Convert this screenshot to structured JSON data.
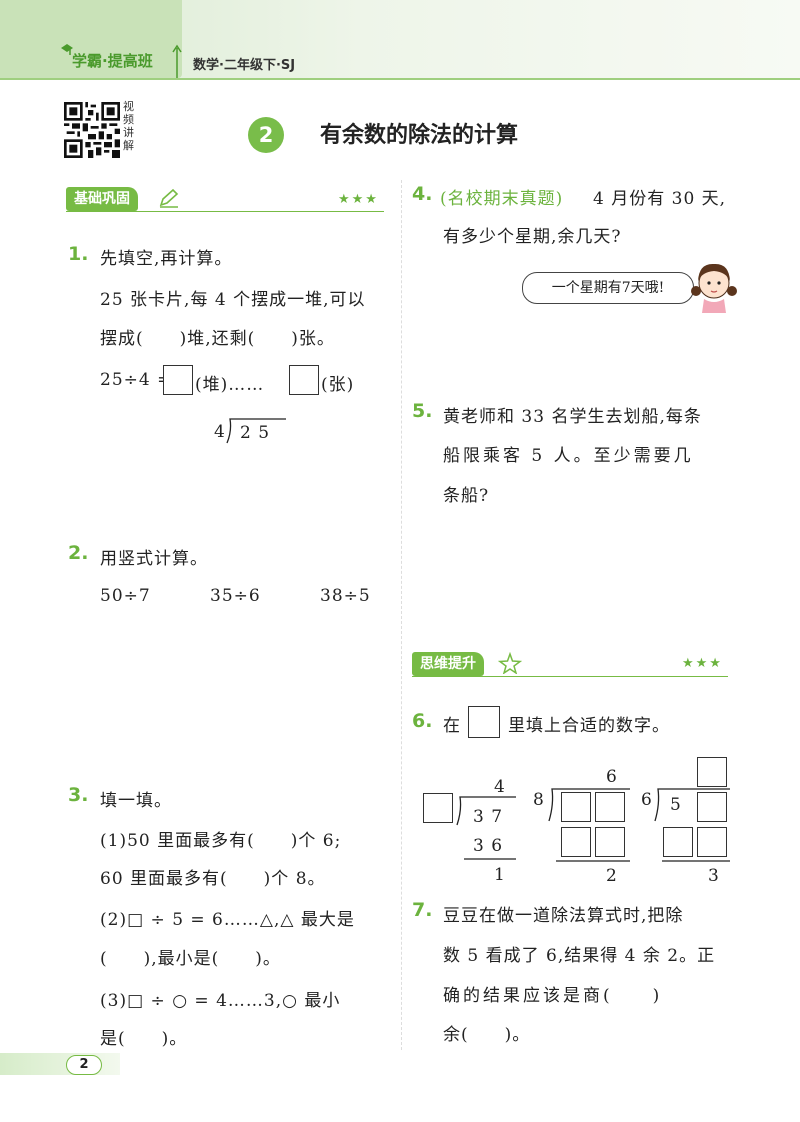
{
  "header": {
    "brand": "学霸·提高班",
    "subject": "数学·二年级下·SJ"
  },
  "qr": {
    "label": "视频讲解"
  },
  "lesson": {
    "number": "2",
    "title": "有余数的除法的计算"
  },
  "sections": {
    "basic": {
      "label": "基础巩固",
      "stars": "★★★"
    },
    "thinking": {
      "label": "思维提升",
      "stars": "★★★"
    }
  },
  "q1": {
    "num": "1.",
    "prompt": "先填空,再计算。",
    "line1": "25 张卡片,每 4 个摆成一堆,可以",
    "line2": "摆成(　　)堆,还剩(　　)张。",
    "eq_left": "25÷4 =",
    "eq_unit1": "(堆)……",
    "eq_unit2": "(张)",
    "div_divisor": "4",
    "div_dividend": "2 5"
  },
  "q2": {
    "num": "2.",
    "prompt": "用竖式计算。",
    "items": [
      "50÷7",
      "35÷6",
      "38÷5"
    ]
  },
  "q3": {
    "num": "3.",
    "prompt": "填一填。",
    "p1a": "(1)50 里面最多有(　　)个 6;",
    "p1b": "60 里面最多有(　　)个 8。",
    "p2a": "(2)□ ÷ 5 = 6……△,△ 最大是",
    "p2b": "(　　),最小是(　　)。",
    "p3a": "(3)□ ÷ ○ = 4……3,○ 最小",
    "p3b": "是(　　)。"
  },
  "q4": {
    "num": "4.",
    "tag": "(名校期末真题)",
    "line1": "4 月份有 30 天,",
    "line2": "有多少个星期,余几天?",
    "bubble": "一个星期有7天哦!"
  },
  "q5": {
    "num": "5.",
    "line1": "黄老师和 33 名学生去划船,每条",
    "line2": "船限乘客 5 人。至少需要几",
    "line3": "条船?"
  },
  "q6": {
    "num": "6.",
    "pre": "在",
    "post": "里填上合适的数字。",
    "d1": {
      "quotient": "4",
      "dividend": "3 7",
      "product": "3 6",
      "remainder": "1"
    },
    "d2": {
      "divisor": "8",
      "quotient": "6",
      "remainder": "2"
    },
    "d3": {
      "divisor": "6",
      "dividend_first": "5",
      "remainder": "3"
    }
  },
  "q7": {
    "num": "7.",
    "line1": "豆豆在做一道除法算式时,把除",
    "line2": "数 5 看成了 6,结果得 4 余 2。正",
    "line3": "确的结果应该是商(　　)",
    "line4": "余(　　)。"
  },
  "page": {
    "number": "2"
  }
}
